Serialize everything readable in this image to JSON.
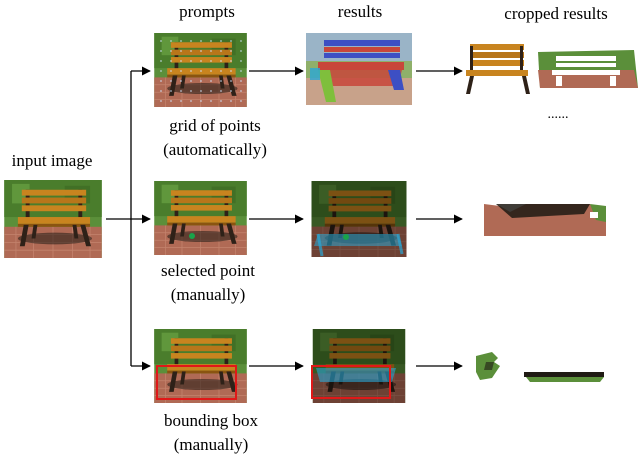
{
  "headers": {
    "prompts": "prompts",
    "results": "results",
    "cropped": "cropped results"
  },
  "input_label": "input image",
  "rows": [
    {
      "label_line1": "grid of points",
      "label_line2": "(automatically)"
    },
    {
      "label_line1": "selected point",
      "label_line2": "(manually)"
    },
    {
      "label_line1": "bounding box",
      "label_line2": "(manually)"
    }
  ],
  "ellipsis": "......",
  "colors": {
    "wood": "#c8841f",
    "wood_dark": "#8a5410",
    "grass": "#4f8a2e",
    "brick": "#b06a55",
    "leg": "#2e2118",
    "mask_red": "#c8463a",
    "mask_blue": "#3d4fc4",
    "mask_green": "#7fbf3c",
    "point_green": "#1aa34a",
    "box_red": "#e01818",
    "mask_cyan": "#2aa7d6"
  }
}
